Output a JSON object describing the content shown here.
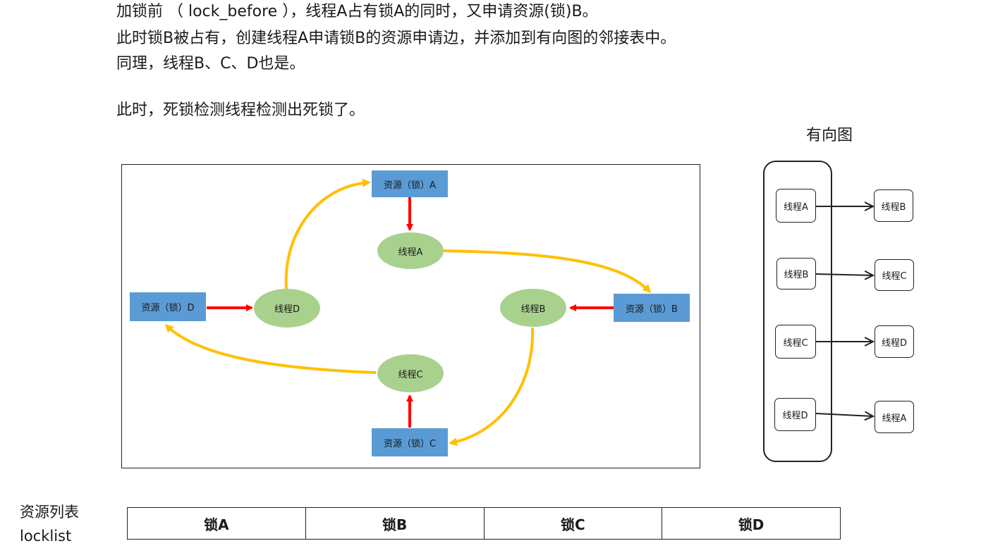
{
  "text": {
    "line1": "加锁前 （ lock_before ），线程A占有锁A的同时，又申请资源(锁)B。",
    "line2": "此时锁B被占有，创建线程A申请锁B的资源申请边，并添加到有向图的邻接表中。",
    "line3": "同理，线程B、C、D也是。",
    "line4": "此时，死锁检测线程检测出死锁了。"
  },
  "graph_title": "有向图",
  "diagram": {
    "resources": {
      "A": "资源（锁）A",
      "B": "资源（锁）B",
      "C": "资源（锁）C",
      "D": "资源（锁）D"
    },
    "threads": {
      "A": "线程A",
      "B": "线程B",
      "C": "线程C",
      "D": "线程D"
    },
    "colors": {
      "resource": "#5b9bd5",
      "thread": "#a9d18e",
      "hold_edge": "#ff0000",
      "request_edge": "#ffc000"
    }
  },
  "adjacency": {
    "rows": [
      {
        "from": "线程A",
        "to": "线程B"
      },
      {
        "from": "线程B",
        "to": "线程C"
      },
      {
        "from": "线程C",
        "to": "线程D"
      },
      {
        "from": "线程D",
        "to": "线程A"
      }
    ]
  },
  "locklist": {
    "label_line1": "资源列表",
    "label_line2": "locklist",
    "items": [
      "锁A",
      "锁B",
      "锁C",
      "锁D"
    ]
  }
}
